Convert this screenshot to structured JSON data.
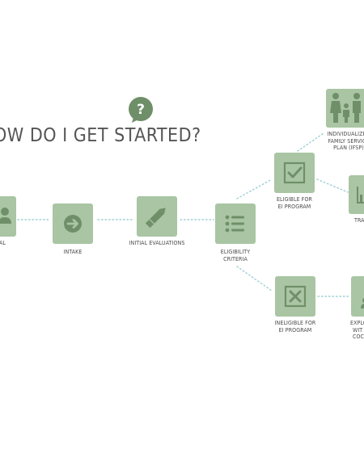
{
  "title": "OW DO I GET STARTED?",
  "icon_question": "?",
  "colors": {
    "box": "#a9c5a3",
    "icon_dark": "#6f8f69",
    "line": "#9dcfd4",
    "text": "#4a4a4a"
  },
  "steps": {
    "referral": {
      "label": "AL",
      "icon": "person-icon"
    },
    "intake": {
      "label": "INTAKE",
      "icon": "arrow-circle-icon"
    },
    "initial_evaluations": {
      "label": "INITIAL EVALUATIONS",
      "icon": "pencil-icon"
    },
    "eligibility_criteria": {
      "label_lines": [
        "ELIGIBILITY",
        "CRITERIA"
      ],
      "icon": "list-icon"
    },
    "eligible": {
      "label_lines": [
        "ELIGIBLE FOR",
        "EI PROGRAM"
      ],
      "icon": "checkmark-icon"
    },
    "ineligible": {
      "label_lines": [
        "INELIGIBLE FOR",
        "EI PROGRAM"
      ],
      "icon": "x-icon"
    },
    "ifsp": {
      "label_lines": [
        "INDIVIDUALIZED",
        "FAMILY SERVICE",
        "PLAN (IFSP)"
      ],
      "icon": "family-icon"
    },
    "transition": {
      "label": "TRA",
      "icon": "chart-icon"
    },
    "explore": {
      "label_lines": [
        "EXPLO",
        "WIT",
        "COC"
      ],
      "icon": "person-icon"
    }
  }
}
